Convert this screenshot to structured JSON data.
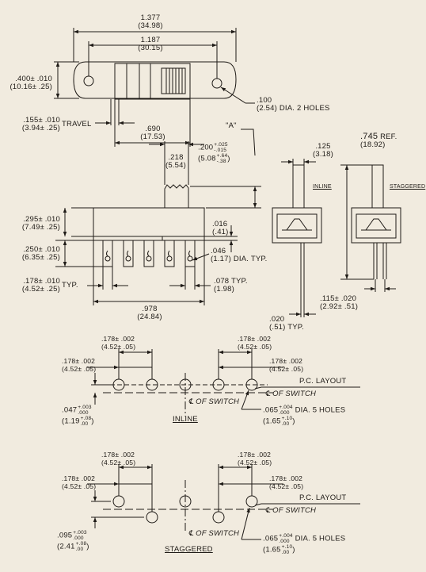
{
  "top_view": {
    "overall_length": "1.377",
    "overall_length_mm": "(34.98)",
    "hole_spacing": "1.187",
    "hole_spacing_mm": "(30.15)",
    "height": ".400± .010",
    "height_mm": "(10.16± .25)",
    "hole_dia": ".100",
    "hole_dia_mm": "(2.54)",
    "hole_dia_note": "DIA. 2 HOLES",
    "travel": ".155± .010",
    "travel_mm": "(3.94± .25)",
    "travel_label": "TRAVEL",
    "slot_length": ".690",
    "slot_length_mm": "(17.53)"
  },
  "side_view": {
    "actuator_width": ".218",
    "actuator_width_mm": "(5.54)",
    "dim_a_label": "\"A\"",
    "dim_a": ".200",
    "dim_a_tol_plus": "+.025",
    "dim_a_tol_minus": "-.015",
    "dim_a_mm": "(5.08",
    "dim_a_mm_tol_plus": "+.64",
    "dim_a_mm_tol_minus": "-.38",
    "dim_a_mm_close": ")",
    "case_height": ".295± .010",
    "case_height_mm": "(7.49± .25)",
    "terminal_length": ".250± .010",
    "terminal_length_mm": "(6.35± .25)",
    "plate": ".016",
    "plate_mm": "(.41)",
    "term_hole": ".046",
    "term_hole_mm": "(1.17)",
    "term_hole_note": "DIA. TYP.",
    "pitch": ".178± .010",
    "pitch_mm": "(4.52± .25)",
    "pitch_note": "TYP.",
    "term_width": ".078",
    "term_width_mm": "(1.98)",
    "term_width_note": "TYP.",
    "length": ".978",
    "length_mm": "(24.84)"
  },
  "end_views": {
    "term_width": ".125",
    "term_width_mm": "(3.18)",
    "inline_label": "INLINE",
    "ref": ".745",
    "ref_mm": "(18.92)",
    "ref_note": "REF.",
    "staggered_label": "STAGGERED",
    "thickness": ".020",
    "thickness_mm": "(.51)",
    "thickness_note": "TYP.",
    "stagger": ".115± .020",
    "stagger_mm": "(2.92± .51)"
  },
  "inline_layout": {
    "top_left": ".178± .002",
    "top_left_mm": "(4.52± .05)",
    "top_right": ".178± .002",
    "top_right_mm": "(4.52± .05)",
    "left": ".178± .002",
    "left_mm": "(4.52± .05)",
    "right": ".178± .002",
    "right_mm": "(4.52± .05)",
    "pc_layout": "P.C. LAYOUT",
    "cl_switch_right": "OF SWITCH",
    "cl_switch_bottom": "OF SWITCH",
    "offset": ".047",
    "offset_tol_plus": "+.003",
    "offset_tol_minus": ".000",
    "offset_mm": "(1.19",
    "offset_mm_tol_plus": "+.08",
    "offset_mm_tol_minus": ".00",
    "offset_mm_close": ")",
    "hole": ".065",
    "hole_tol_plus": "+.004",
    "hole_tol_minus": ".000",
    "hole_mm": "(1.65",
    "hole_mm_tol_plus": "+.10",
    "hole_mm_tol_minus": ".00",
    "hole_mm_close": ")",
    "hole_note": "DIA. 5 HOLES",
    "title": "INLINE"
  },
  "staggered_layout": {
    "top_left": ".178± .002",
    "top_left_mm": "(4.52± .05)",
    "top_right": ".178± .002",
    "top_right_mm": "(4.52± .05)",
    "left": ".178± .002",
    "left_mm": "(4.52± .05)",
    "right": ".178± .002",
    "right_mm": "(4.52± .05)",
    "pc_layout": "P.C. LAYOUT",
    "cl_switch_right": "OF SWITCH",
    "cl_switch_bottom": "OF SWITCH",
    "offset": ".095",
    "offset_tol_plus": "+.003",
    "offset_tol_minus": ".000",
    "offset_mm": "(2.41",
    "offset_mm_tol_plus": "+.08",
    "offset_mm_tol_minus": ".00",
    "offset_mm_close": ")",
    "hole": ".065",
    "hole_tol_plus": "+.004",
    "hole_tol_minus": ".000",
    "hole_mm": "(1.65",
    "hole_mm_tol_plus": "+.10",
    "hole_mm_tol_minus": ".00",
    "hole_mm_close": ")",
    "hole_note": "DIA. 5 HOLES",
    "title": "STAGGERED"
  },
  "symbols": {
    "centerline": "℄"
  },
  "colors": {
    "paper": "#f1ebdf",
    "ink": "#1f1b17"
  }
}
